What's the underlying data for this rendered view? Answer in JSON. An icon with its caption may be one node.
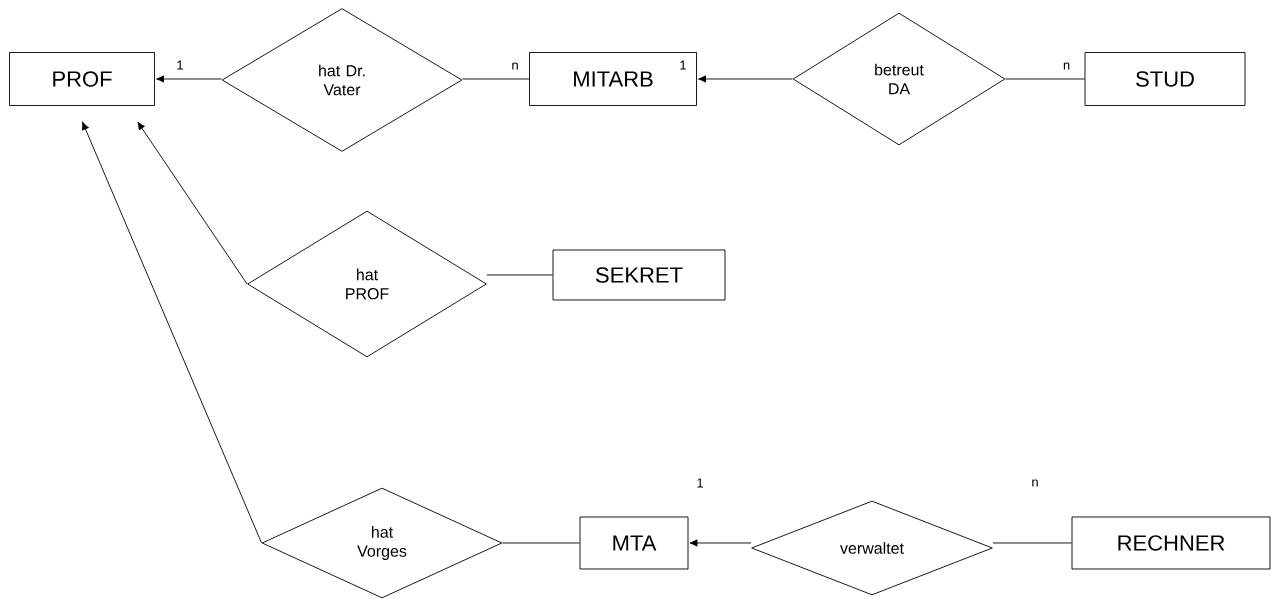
{
  "diagram": {
    "nodes": [
      {
        "text": [
          "PROF"
        ]
      },
      {
        "text": [
          "hat Dr. Vater"
        ]
      },
      {
        "text": [
          "MITARB"
        ]
      },
      {
        "text": [
          "betreut DA"
        ]
      },
      {
        "text": [
          "STUD"
        ]
      },
      {
        "text": [
          "hat PROF"
        ]
      },
      {
        "text": [
          "SEKRET"
        ]
      },
      {
        "text": [
          "hat Vorges"
        ]
      },
      {
        "text": [
          "MTA"
        ]
      },
      {
        "text": [
          "verwaltet"
        ]
      },
      {
        "text": [
          "RECHNER"
        ]
      }
    ],
    "edges": [
      {
        "from": 1,
        "to": 0,
        "arrow": "to",
        "label": "1"
      },
      {
        "from": 1,
        "to": 2,
        "arrow": "none",
        "label": "n"
      },
      {
        "from": 3,
        "to": 2,
        "arrow": "to",
        "label": "1"
      },
      {
        "from": 3,
        "to": 4,
        "arrow": "none",
        "label": "n"
      },
      {
        "from": 5,
        "to": 0,
        "arrow": "to"
      },
      {
        "from": 5,
        "to": 6,
        "arrow": "none"
      },
      {
        "from": 7,
        "to": 0,
        "arrow": "to"
      },
      {
        "from": 7,
        "to": 8,
        "arrow": "none"
      },
      {
        "from": 9,
        "to": 8,
        "arrow": "to"
      },
      {
        "from": 9,
        "to": 10,
        "arrow": "none"
      }
    ],
    "labels": [
      "1",
      "n"
    ]
  }
}
